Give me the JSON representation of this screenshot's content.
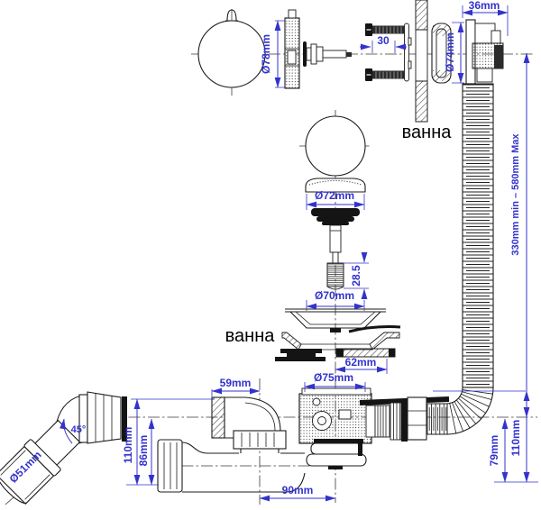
{
  "colors": {
    "dimension": "#3333cc",
    "line": "#1c1c1c",
    "background": "#ffffff"
  },
  "labels": {
    "bathtub_top": "ванна",
    "bathtub_middle": "ванна"
  },
  "dimensions": {
    "plug_cap_diameter": "Ø78mm",
    "screw_length": "30",
    "overflow_depth": "36mm",
    "overflow_gasket_diameter": "Ø74mm",
    "drain_cap_diameter": "Ø72mm",
    "plug_stroke": "28.5",
    "strainer_diameter": "Ø70mm",
    "gasket_offset": "62mm",
    "drain_body_diameter": "Ø75mm",
    "inlet_offset": "59mm",
    "elbow_angle": "45°",
    "outlet_pipe_diameter": "Ø51mm",
    "inlet_height": "110mm",
    "trap_height": "86mm",
    "trap_length": "90mm",
    "outlet_height": "79mm",
    "hose_drop": "110mm",
    "overflow_hose_range": "330mm min – 580mm Max"
  }
}
